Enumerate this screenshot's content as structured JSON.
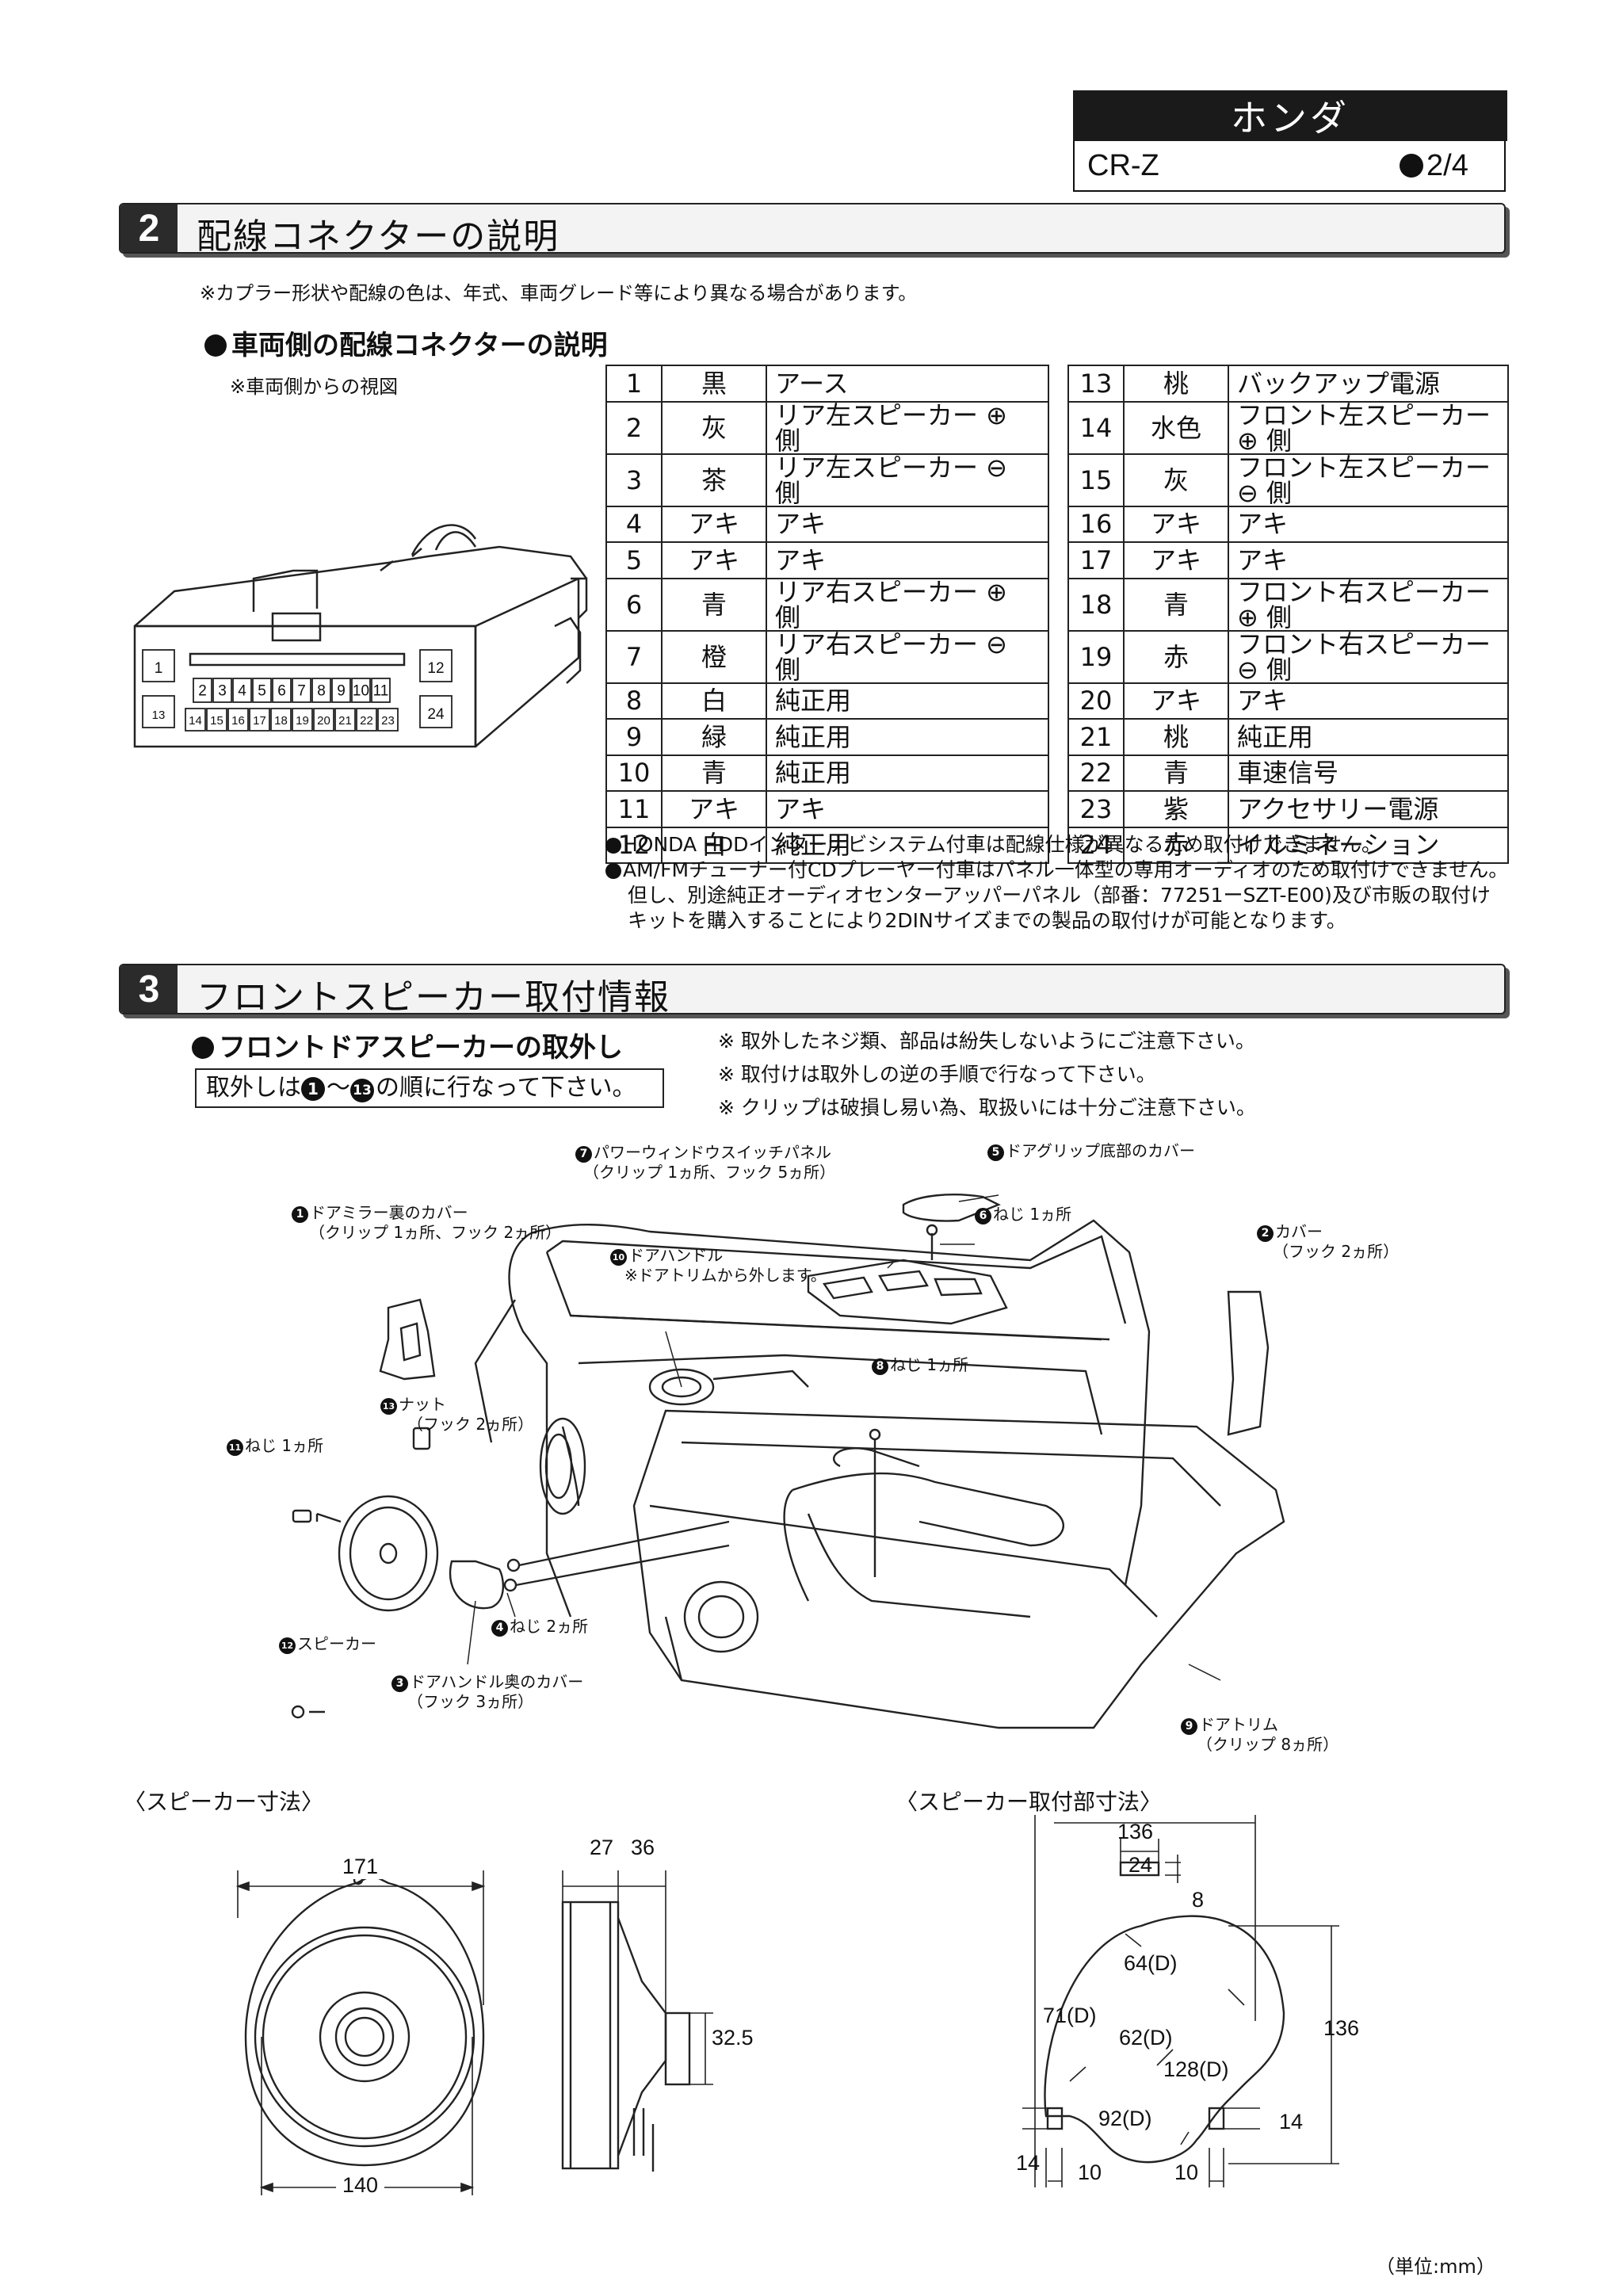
{
  "header": {
    "brand": "ホンダ",
    "model": "CR-Z",
    "page": "2/4"
  },
  "section2": {
    "number": "2",
    "title": "配線コネクターの説明",
    "note": "※カプラー形状や配線の色は、年式、車両グレード等により異なる場合があります。",
    "subtitle": "車両側の配線コネクターの説明",
    "view_note": "※車両側からの視図",
    "connector_pins": [
      "1",
      "2",
      "3",
      "4",
      "5",
      "6",
      "7",
      "8",
      "9",
      "10",
      "11",
      "12",
      "13",
      "14",
      "15",
      "16",
      "17",
      "18",
      "19",
      "20",
      "21",
      "22",
      "23",
      "24"
    ],
    "table_left": [
      {
        "n": "1",
        "color": "黒",
        "func": "アース"
      },
      {
        "n": "2",
        "color": "灰",
        "func": "リア左スピーカー ⊕ 側"
      },
      {
        "n": "3",
        "color": "茶",
        "func": "リア左スピーカー ⊖ 側"
      },
      {
        "n": "4",
        "color": "アキ",
        "func": "アキ"
      },
      {
        "n": "5",
        "color": "アキ",
        "func": "アキ"
      },
      {
        "n": "6",
        "color": "青",
        "func": "リア右スピーカー ⊕ 側"
      },
      {
        "n": "7",
        "color": "橙",
        "func": "リア右スピーカー ⊖ 側"
      },
      {
        "n": "8",
        "color": "白",
        "func": "純正用"
      },
      {
        "n": "9",
        "color": "緑",
        "func": "純正用"
      },
      {
        "n": "10",
        "color": "青",
        "func": "純正用"
      },
      {
        "n": "11",
        "color": "アキ",
        "func": "アキ"
      },
      {
        "n": "12",
        "color": "白",
        "func": "純正用"
      }
    ],
    "table_right": [
      {
        "n": "13",
        "color": "桃",
        "func": "バックアップ電源"
      },
      {
        "n": "14",
        "color": "水色",
        "func": "フロント左スピーカー ⊕ 側"
      },
      {
        "n": "15",
        "color": "灰",
        "func": "フロント左スピーカー ⊖ 側"
      },
      {
        "n": "16",
        "color": "アキ",
        "func": "アキ"
      },
      {
        "n": "17",
        "color": "アキ",
        "func": "アキ"
      },
      {
        "n": "18",
        "color": "青",
        "func": "フロント右スピーカー ⊕ 側"
      },
      {
        "n": "19",
        "color": "赤",
        "func": "フロント右スピーカー ⊖ 側"
      },
      {
        "n": "20",
        "color": "アキ",
        "func": "アキ"
      },
      {
        "n": "21",
        "color": "桃",
        "func": "純正用"
      },
      {
        "n": "22",
        "color": "青",
        "func": "車速信号"
      },
      {
        "n": "23",
        "color": "紫",
        "func": "アクセサリー電源"
      },
      {
        "n": "24",
        "color": "赤",
        "func": "イルミネーション"
      }
    ],
    "footnote1": "HONDA HDDインターナビシステム付車は配線仕様が異なるため取付けできません。",
    "footnote2": "AM/FMチューナー付CDプレーヤー付車はパネル一体型の専用オーディオのため取付けできません。",
    "footnote3": "但し、別途純正オーディオセンターアッパーパネル（部番：77251ーSZT-E00)及び市販の取付け",
    "footnote4": "キットを購入することにより2DINサイズまでの製品の取付けが可能となります。"
  },
  "section3": {
    "number": "3",
    "title": "フロントスピーカー取付情報",
    "subtitle": "フロントドアスピーカーの取外し",
    "order_prefix": "取外しは",
    "order_from": "1",
    "order_tilde": "〜",
    "order_to": "13",
    "order_suffix": "の順に行なって下さい。",
    "notes": [
      "※ 取外したネジ類、部品は紛失しないようにご注意下さい。",
      "※ 取付けは取外しの逆の手順で行なって下さい。",
      "※ クリップは破損し易い為、取扱いには十分ご注意下さい。"
    ],
    "callouts": {
      "c1_num": "1",
      "c1_a": "ドアミラー裏のカバー",
      "c1_b": "（クリップ 1ヵ所、フック 2ヵ所）",
      "c2_num": "2",
      "c2_a": "カバー",
      "c2_b": "（フック 2ヵ所）",
      "c3_num": "3",
      "c3_a": "ドアハンドル奥のカバー",
      "c3_b": "（フック 3ヵ所）",
      "c4_num": "4",
      "c4_a": "ねじ 2ヵ所",
      "c5_num": "5",
      "c5_a": "ドアグリップ底部のカバー",
      "c6_num": "6",
      "c6_a": "ねじ 1ヵ所",
      "c7_num": "7",
      "c7_a": "パワーウィンドウスイッチパネル",
      "c7_b": "（クリップ 1ヵ所、フック 5ヵ所）",
      "c8_num": "8",
      "c8_a": "ねじ 1ヵ所",
      "c9_num": "9",
      "c9_a": "ドアトリム",
      "c9_b": "（クリップ 8ヵ所）",
      "c10_num": "10",
      "c10_a": "ドアハンドル",
      "c10_b": "※ドアトリムから外します。",
      "c11_num": "11",
      "c11_a": "ねじ 1ヵ所",
      "c12_num": "12",
      "c12_a": "スピーカー",
      "c13_num": "13",
      "c13_a": "ナット",
      "c13_b": "（フック 2ヵ所）"
    },
    "speaker_dims_title": "〈スピーカー寸法〉",
    "mount_dims_title": "〈スピーカー取付部寸法〉",
    "speaker_dims": {
      "width_top": "171",
      "width_bottom": "140",
      "depth_a": "27",
      "depth_b": "36",
      "magnet": "32.5"
    },
    "mount_dims": {
      "width": "136",
      "height": "136",
      "slot_w": "24",
      "slot_h": "8",
      "r1": "64(D)",
      "r2": "71(D)",
      "r3": "62(D)",
      "r4": "128(D)",
      "r5": "92(D)",
      "tab_h": "14",
      "tab_h2": "14",
      "tab_w": "10",
      "tab_w2": "10"
    },
    "unit": "（単位:mm）"
  }
}
